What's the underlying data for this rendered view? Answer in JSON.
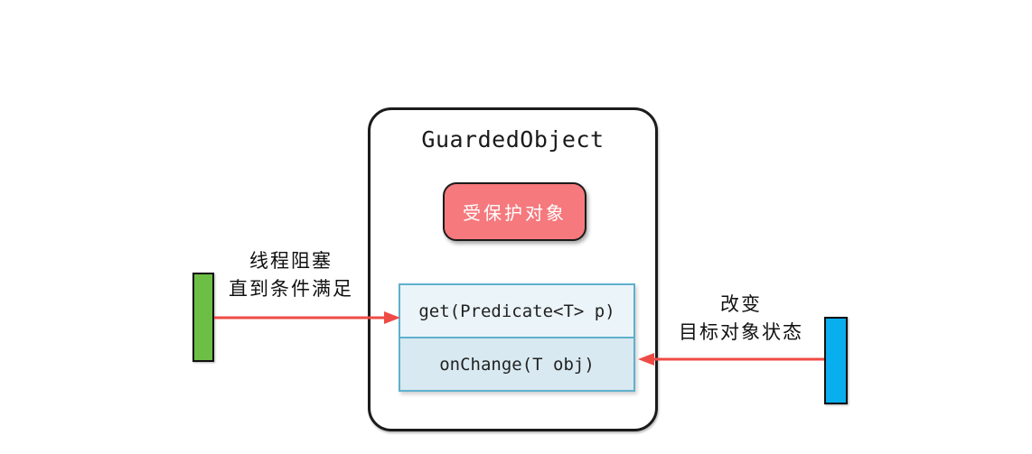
{
  "diagram": {
    "title": "GuardedObject",
    "protected_object_label": "受保护对象",
    "methods": [
      {
        "label": "get(Predicate<T> p)"
      },
      {
        "label": "onChange(T obj)"
      }
    ],
    "left_annotation": {
      "line1": "线程阻塞",
      "line2": "直到条件满足"
    },
    "right_annotation": {
      "line1": "改变",
      "line2": "目标对象状态"
    }
  },
  "colors": {
    "protected_object_bg": "#F5797D",
    "protected_object_text": "#FFFFFF",
    "get_box_bg": "#EBF4F8",
    "onchange_box_bg": "#D9E9F1",
    "method_border": "#5FB0CC",
    "green_bar": "#6DBE45",
    "blue_bar": "#09AEEF",
    "arrow_red": "#EF4B46",
    "outline_black": "#1B1B1B",
    "background": "#FFFFFF"
  }
}
